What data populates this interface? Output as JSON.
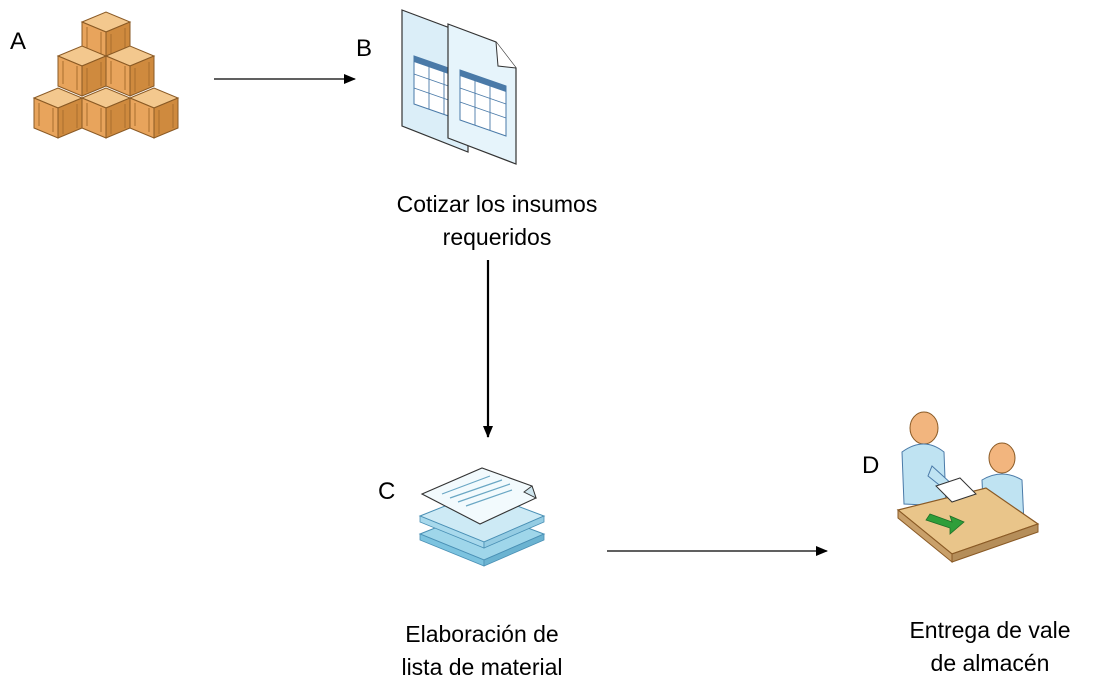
{
  "nodes": {
    "a": {
      "label": "A",
      "icon": "boxes-icon"
    },
    "b": {
      "label": "B",
      "icon": "spreadsheet-documents-icon",
      "caption_lines": [
        "Cotizar los insumos",
        "requeridos"
      ]
    },
    "c": {
      "label": "C",
      "icon": "stacked-pages-icon",
      "caption_lines": [
        "Elaboración de",
        "lista de material"
      ]
    },
    "d": {
      "label": "D",
      "icon": "meeting-desk-icon",
      "caption_lines": [
        "Entrega de vale",
        "de almacén"
      ]
    }
  },
  "edges": [
    {
      "from": "a",
      "to": "b"
    },
    {
      "from": "b",
      "to": "c"
    },
    {
      "from": "c",
      "to": "d"
    }
  ],
  "colors": {
    "box_fill": "#e8a45c",
    "box_edge": "#8a5a25",
    "doc_fill": "#dbeef8",
    "doc_edge": "#333333",
    "page_fill": "#cdeaf5",
    "person_fill": "#bfe3f2",
    "head_fill": "#f2b57e",
    "desk_fill": "#e9c58a",
    "arrow_green": "#2e9e3a"
  }
}
